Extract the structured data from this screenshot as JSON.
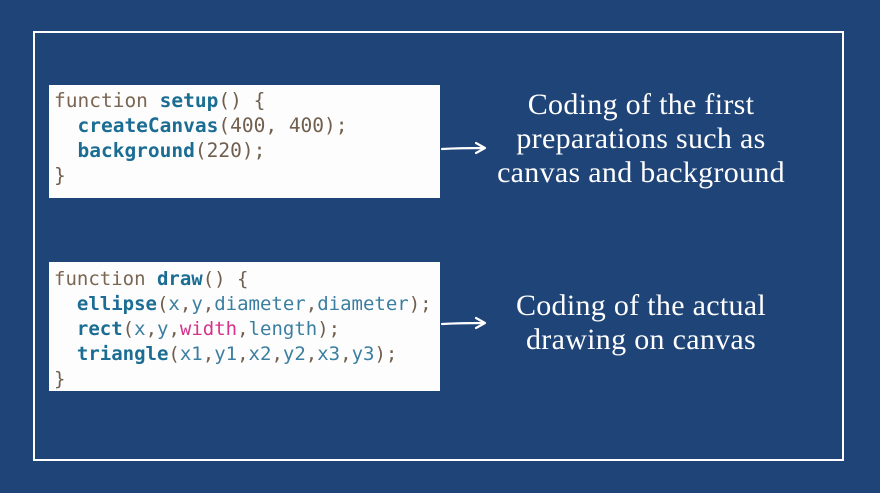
{
  "blocks": [
    {
      "code_lines": [
        [
          {
            "t": "function ",
            "c": "kw"
          },
          {
            "t": "setup",
            "c": "fn"
          },
          {
            "t": "() {",
            "c": "p"
          }
        ],
        [
          {
            "t": "  ",
            "c": "p"
          },
          {
            "t": "createCanvas",
            "c": "fn"
          },
          {
            "t": "(400, 400);",
            "c": "num"
          }
        ],
        [
          {
            "t": "  ",
            "c": "p"
          },
          {
            "t": "background",
            "c": "fn"
          },
          {
            "t": "(220);",
            "c": "num"
          }
        ],
        [
          {
            "t": "}",
            "c": "p"
          }
        ]
      ],
      "caption": [
        "Coding of the first",
        "preparations such as",
        "canvas and background"
      ]
    },
    {
      "code_lines": [
        [
          {
            "t": "function ",
            "c": "kw"
          },
          {
            "t": "draw",
            "c": "fn"
          },
          {
            "t": "() {",
            "c": "p"
          }
        ],
        [
          {
            "t": "  ",
            "c": "p"
          },
          {
            "t": "ellipse",
            "c": "fn"
          },
          {
            "t": "(",
            "c": "p"
          },
          {
            "t": "x",
            "c": "arg"
          },
          {
            "t": ",",
            "c": "p"
          },
          {
            "t": "y",
            "c": "arg"
          },
          {
            "t": ",",
            "c": "p"
          },
          {
            "t": "diameter",
            "c": "arg"
          },
          {
            "t": ",",
            "c": "p"
          },
          {
            "t": "diameter",
            "c": "arg"
          },
          {
            "t": ");",
            "c": "p"
          }
        ],
        [
          {
            "t": "  ",
            "c": "p"
          },
          {
            "t": "rect",
            "c": "fn"
          },
          {
            "t": "(",
            "c": "p"
          },
          {
            "t": "x",
            "c": "arg"
          },
          {
            "t": ",",
            "c": "p"
          },
          {
            "t": "y",
            "c": "arg"
          },
          {
            "t": ",",
            "c": "p"
          },
          {
            "t": "width",
            "c": "pk"
          },
          {
            "t": ",",
            "c": "p"
          },
          {
            "t": "length",
            "c": "arg"
          },
          {
            "t": ");",
            "c": "p"
          }
        ],
        [
          {
            "t": "  ",
            "c": "p"
          },
          {
            "t": "triangle",
            "c": "fn"
          },
          {
            "t": "(",
            "c": "p"
          },
          {
            "t": "x1",
            "c": "arg"
          },
          {
            "t": ",",
            "c": "p"
          },
          {
            "t": "y1",
            "c": "arg"
          },
          {
            "t": ",",
            "c": "p"
          },
          {
            "t": "x2",
            "c": "arg"
          },
          {
            "t": ",",
            "c": "p"
          },
          {
            "t": "y2",
            "c": "arg"
          },
          {
            "t": ",",
            "c": "p"
          },
          {
            "t": "x3",
            "c": "arg"
          },
          {
            "t": ",",
            "c": "p"
          },
          {
            "t": "y3",
            "c": "arg"
          },
          {
            "t": ");",
            "c": "p"
          }
        ],
        [
          {
            "t": "}",
            "c": "p"
          }
        ]
      ],
      "caption": [
        "Coding of the actual",
        "drawing on canvas"
      ]
    }
  ],
  "colors": {
    "background": "#1f4478",
    "keyword": "#7a6652",
    "function": "#1b6d93",
    "argument": "#3a7ea0",
    "highlight": "#d6338a"
  }
}
